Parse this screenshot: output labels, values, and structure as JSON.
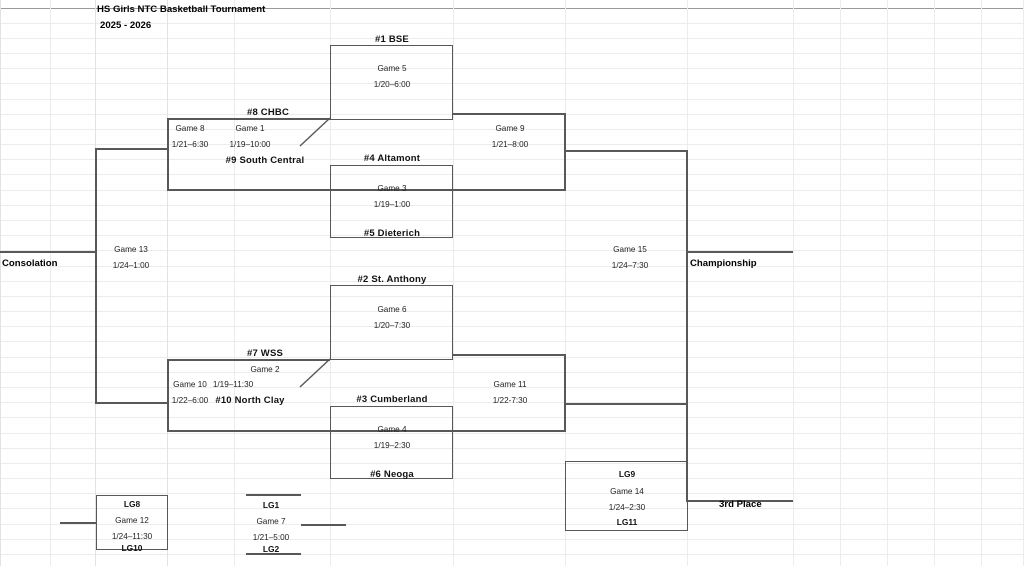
{
  "header": {
    "title": "HS Girls NTC Basketball Tournament",
    "season": "2025 - 2026"
  },
  "labels": {
    "consolation": "Consolation",
    "championship": "Championship",
    "third_place": "3rd Place"
  },
  "teams": {
    "seed1": "#1  BSE",
    "seed8": "#8 CHBC",
    "seed9": "#9  South Central",
    "seed4": "#4  Altamont",
    "seed5": "#5  Dieterich",
    "seed2": "#2 St. Anthony",
    "seed7": "#7 WSS",
    "seed10": "#10 North Clay",
    "seed3": "#3 Cumberland",
    "seed6": "#6 Neoga",
    "lg8": "LG8",
    "lg10": "LG10",
    "lg1": "LG1",
    "lg2": "LG2",
    "lg9": "LG9",
    "lg11": "LG11"
  },
  "games": {
    "g1": {
      "name": "Game 1",
      "time": "1/19–10:00"
    },
    "g2": {
      "name": "Game 2",
      "time": "1/19–11:30"
    },
    "g3": {
      "name": "Game 3",
      "time": "1/19–1:00"
    },
    "g4": {
      "name": "Game 4",
      "time": "1/19–2:30"
    },
    "g5": {
      "name": "Game 5",
      "time": "1/20–6:00"
    },
    "g6": {
      "name": "Game 6",
      "time": "1/20–7:30"
    },
    "g7": {
      "name": "Game 7",
      "time": "1/21–5:00"
    },
    "g8": {
      "name": "Game 8",
      "time": "1/21–6:30"
    },
    "g9": {
      "name": "Game 9",
      "time": "1/21–8:00"
    },
    "g10": {
      "name": "Game 10",
      "time": "1/22–6:00"
    },
    "g11": {
      "name": "Game 11",
      "time": "1/22-7:30"
    },
    "g12": {
      "name": "Game 12",
      "time": "1/24–11:30"
    },
    "g13": {
      "name": "Game 13",
      "time": "1/24–1:00"
    },
    "g14": {
      "name": "Game 14",
      "time": "1/24–2:30"
    },
    "g15": {
      "name": "Game 15",
      "time": "1/24–7:30"
    }
  },
  "colors": {
    "stroke": "#58585a",
    "grid": "#ececed",
    "text": "#111111"
  }
}
